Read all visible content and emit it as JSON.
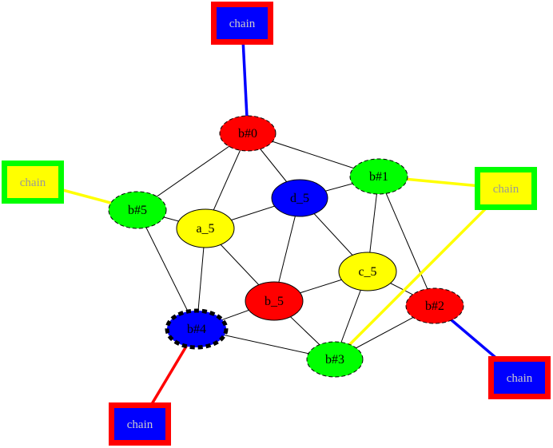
{
  "nodes": [
    {
      "id": "b0",
      "label": "b#0",
      "fill": "#ff0000",
      "border": "dashed"
    },
    {
      "id": "b1",
      "label": "b#1",
      "fill": "#00ff00",
      "border": "dashed"
    },
    {
      "id": "b2",
      "label": "b#2",
      "fill": "#ff0000",
      "border": "dashed"
    },
    {
      "id": "b3",
      "label": "b#3",
      "fill": "#00ff00",
      "border": "dashed"
    },
    {
      "id": "b4",
      "label": "b#4",
      "fill": "#0000ff",
      "border": "bold-dashed"
    },
    {
      "id": "b5",
      "label": "b#5",
      "fill": "#00ff00",
      "border": "dashed"
    },
    {
      "id": "a5",
      "label": "a_5",
      "fill": "#ffff00",
      "border": "solid"
    },
    {
      "id": "b_5",
      "label": "b_5",
      "fill": "#ff0000",
      "border": "solid"
    },
    {
      "id": "c5",
      "label": "c_5",
      "fill": "#ffff00",
      "border": "solid"
    },
    {
      "id": "d5",
      "label": "d_5",
      "fill": "#0000ff",
      "border": "solid"
    }
  ],
  "chains": [
    {
      "id": "chain0",
      "label": "chain",
      "attached_to": "b0",
      "fill": "#0000ff",
      "border_color": "#ff0000",
      "text_color": "#cccccc",
      "edge_color": "#0000ff"
    },
    {
      "id": "chain1",
      "label": "chain",
      "attached_to": "b1",
      "fill": "#ffff00",
      "border_color": "#00ff00",
      "text_color": "#999999",
      "edge_color": "#ffff00"
    },
    {
      "id": "chain2",
      "label": "chain",
      "attached_to": "b2",
      "fill": "#0000ff",
      "border_color": "#ff0000",
      "text_color": "#cccccc",
      "edge_color": "#0000ff"
    },
    {
      "id": "chain3",
      "label": "chain",
      "attached_to": "b3",
      "fill": "#ffff00",
      "border_color": "#00ff00",
      "text_color": "#999999",
      "edge_color": "#ffff00"
    },
    {
      "id": "chain4",
      "label": "chain",
      "attached_to": "b4",
      "fill": "#0000ff",
      "border_color": "#ff0000",
      "text_color": "#cccccc",
      "edge_color": "#ff0000"
    },
    {
      "id": "chain5",
      "label": "chain",
      "attached_to": "b5",
      "fill": "#ffff00",
      "border_color": "#00ff00",
      "text_color": "#999999",
      "edge_color": "#ffff00"
    }
  ],
  "edges": [
    [
      "b0",
      "b5"
    ],
    [
      "b0",
      "a5"
    ],
    [
      "b0",
      "d5"
    ],
    [
      "b0",
      "b1"
    ],
    [
      "b1",
      "d5"
    ],
    [
      "b1",
      "c5"
    ],
    [
      "b1",
      "b2"
    ],
    [
      "b2",
      "c5"
    ],
    [
      "b2",
      "b3"
    ],
    [
      "b3",
      "c5"
    ],
    [
      "b3",
      "b_5"
    ],
    [
      "b3",
      "b4"
    ],
    [
      "b4",
      "b5"
    ],
    [
      "b4",
      "a5"
    ],
    [
      "b4",
      "b_5"
    ],
    [
      "b5",
      "a5"
    ],
    [
      "a5",
      "d5"
    ],
    [
      "a5",
      "b_5"
    ],
    [
      "d5",
      "b_5"
    ],
    [
      "d5",
      "c5"
    ],
    [
      "c5",
      "b_5"
    ]
  ]
}
